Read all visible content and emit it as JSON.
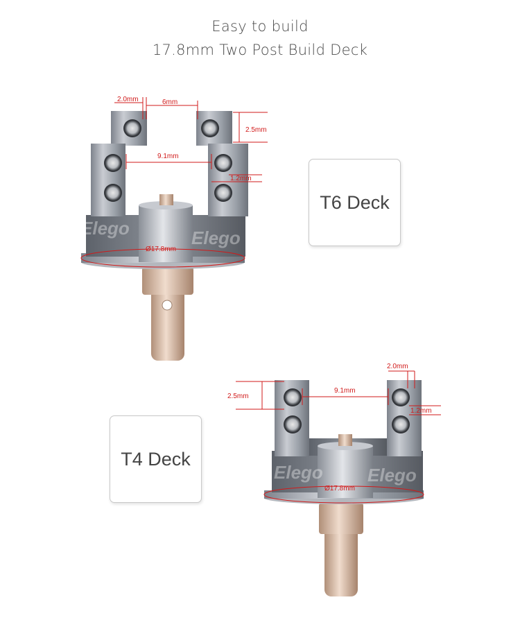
{
  "header": {
    "line1": "Easy to build",
    "line2": "17.8mm Two Post Build Deck"
  },
  "t6": {
    "label": "T6 Deck",
    "dims": {
      "post_hole": "2.0mm",
      "post_gap": "6mm",
      "height": "2.5mm",
      "inner_width": "9.1mm",
      "hole_spacing": "1.2mm",
      "diameter": "Ø17.8mm"
    },
    "watermark": "Elego"
  },
  "t4": {
    "label": "T4 Deck",
    "dims": {
      "height": "2.5mm",
      "inner_width": "9.1mm",
      "post_hole": "2.0mm",
      "hole_spacing": "1.2mm",
      "diameter": "Ø17.8mm"
    },
    "watermark": "Elego"
  },
  "colors": {
    "dimension_red": "#d11a1a",
    "metal_silver": "#a9adb5",
    "brass_gold": "#d8b8a0"
  }
}
